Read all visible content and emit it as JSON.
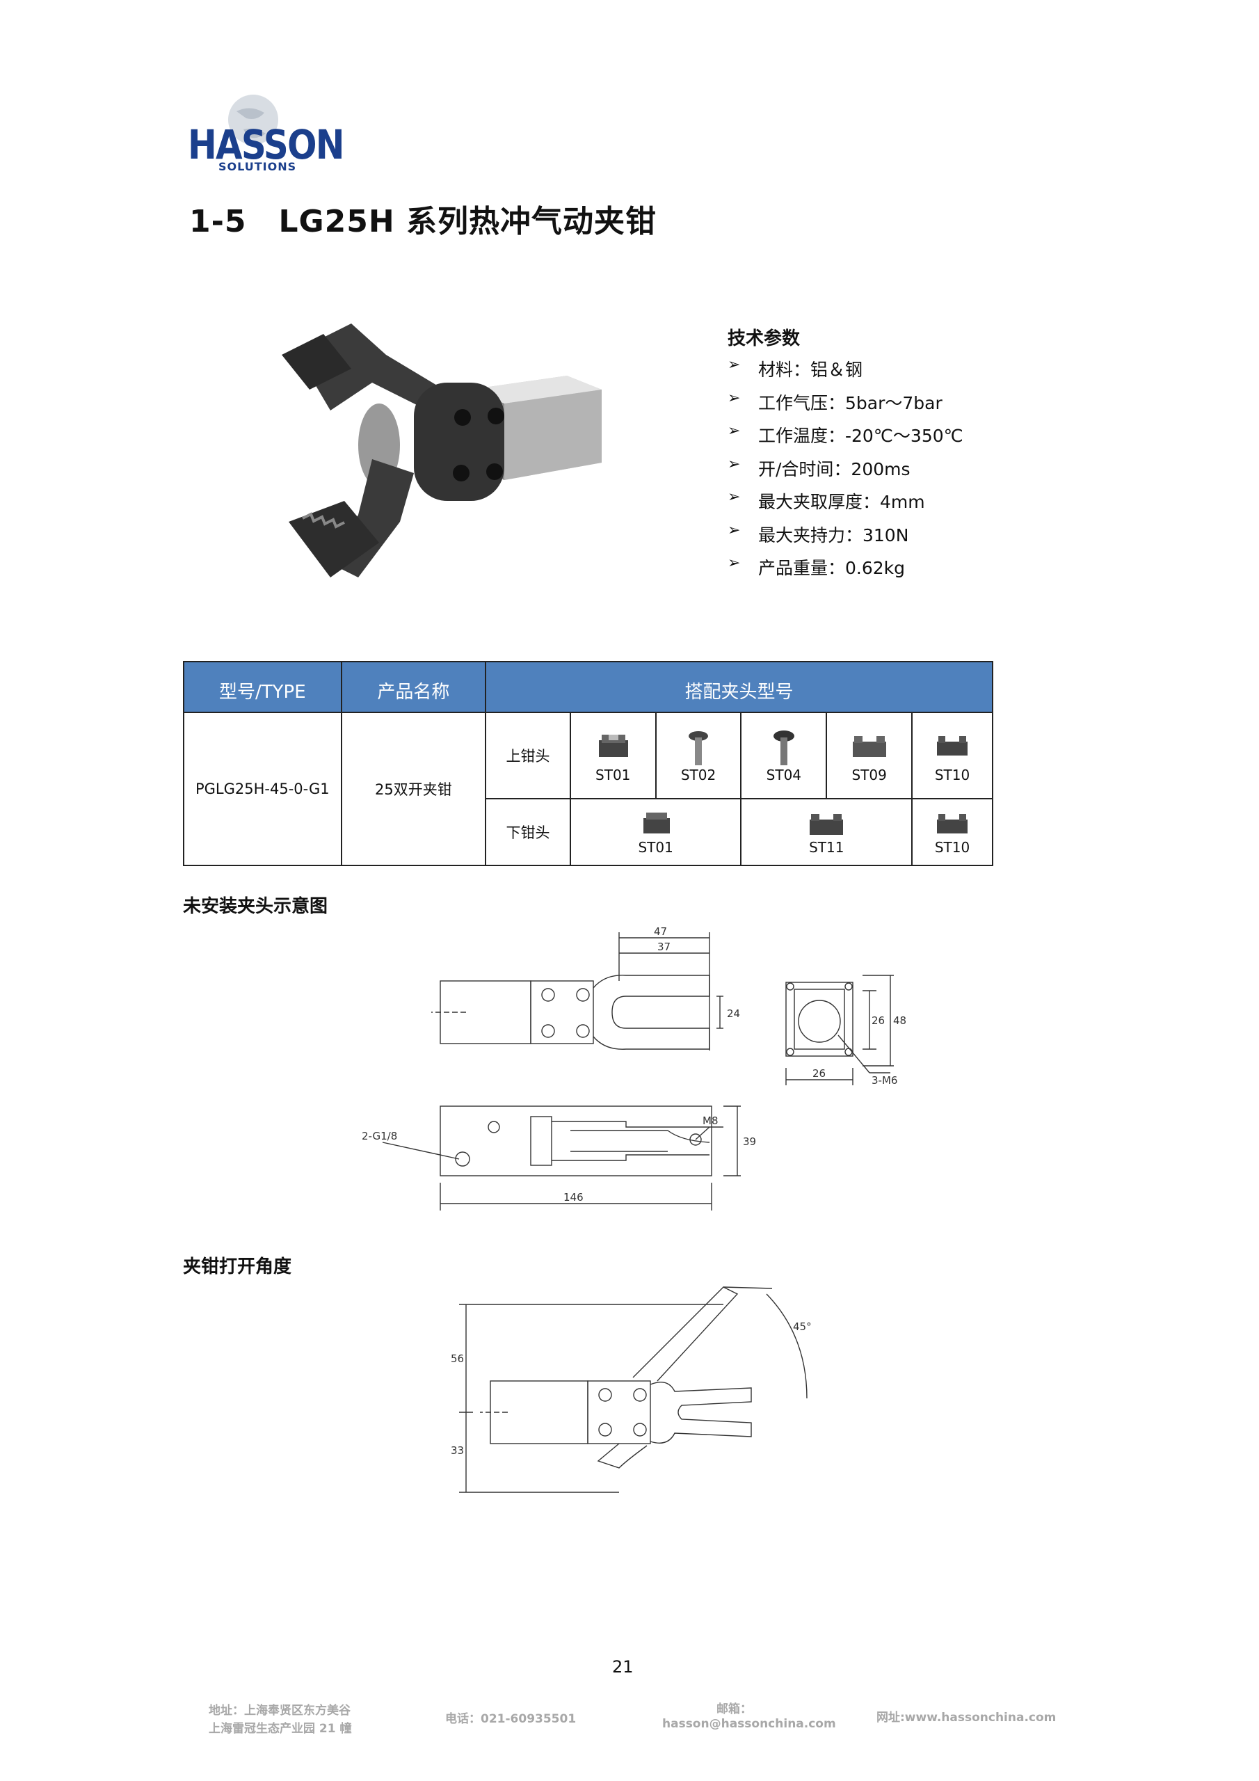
{
  "logo": {
    "word": "HASSON",
    "sub": "SOLUTIONS"
  },
  "title": {
    "number": "1-5",
    "text": "LG25H 系列热冲气动夹钳"
  },
  "specs": {
    "heading": "技术参数",
    "items": [
      "材料：铝＆钢",
      "工作气压：5bar～7bar",
      "工作温度：-20℃～350℃",
      "开/合时间：200ms",
      "最大夹取厚度：4mm",
      "最大夹持力：310N",
      "产品重量：0.62kg"
    ]
  },
  "table": {
    "headers": [
      "型号/TYPE",
      "产品名称",
      "搭配夹头型号"
    ],
    "model": "PGLG25H-45-0-G1",
    "product": "25双开夹钳",
    "upper_label": "上钳头",
    "lower_label": "下钳头",
    "upper_jaws": [
      "ST01",
      "ST02",
      "ST04",
      "ST09",
      "ST10"
    ],
    "lower_jaws": [
      "ST01",
      "ST11",
      "ST10"
    ]
  },
  "section1": "未安装夹头示意图",
  "section2": "夹钳打开角度",
  "dims": {
    "d47": "47",
    "d37": "37",
    "d24": "24",
    "d26a": "26",
    "d48": "48",
    "d26b": "26",
    "m6": "3-M6",
    "m8": "M8",
    "g18": "2-G1/8",
    "d39": "39",
    "d146": "146",
    "d56": "56",
    "d33": "33",
    "angle": "45°"
  },
  "page_number": "21",
  "footer": {
    "addr1": "地址：上海奉贤区东方美谷",
    "addr2": "上海雷冠生态产业园 21 幢",
    "phone": "电话：021-60935501",
    "mail_label": "邮箱：",
    "mail": "hasson@hassonchina.com",
    "web": "网址:www.hassonchina.com"
  },
  "colors": {
    "header_bg": "#4f81bd",
    "logo_blue": "#1b3f8c"
  }
}
